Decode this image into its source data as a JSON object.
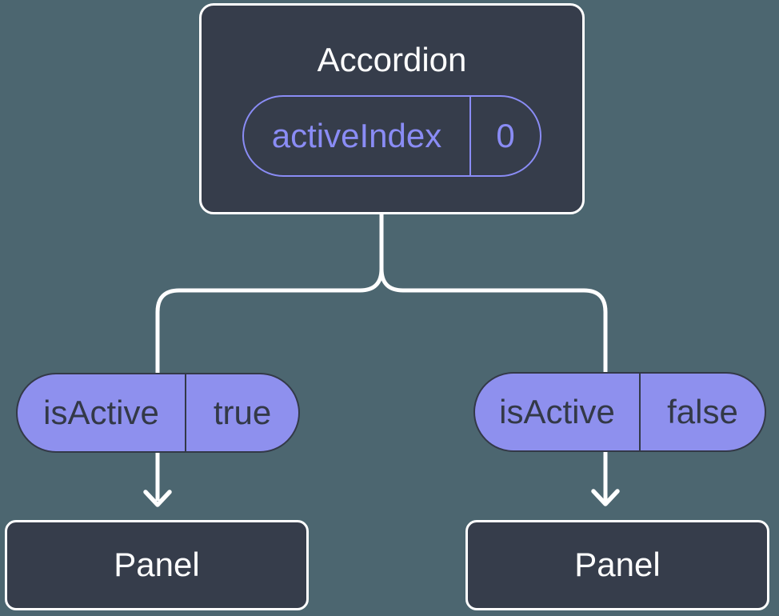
{
  "colors": {
    "background": "#4C6670",
    "node_fill": "#363D4B",
    "node_border": "#FFFFFF",
    "text_light": "#FFFFFF",
    "pill_fill": "#8E90EE",
    "pill_dark": "#333947",
    "pill_outline": "#8A8CF5",
    "connector": "#FFFFFF"
  },
  "diagram": {
    "root": {
      "title": "Accordion",
      "state": {
        "name": "activeIndex",
        "value": "0"
      }
    },
    "children": [
      {
        "prop": {
          "name": "isActive",
          "value": "true"
        },
        "label": "Panel"
      },
      {
        "prop": {
          "name": "isActive",
          "value": "false"
        },
        "label": "Panel"
      }
    ]
  }
}
